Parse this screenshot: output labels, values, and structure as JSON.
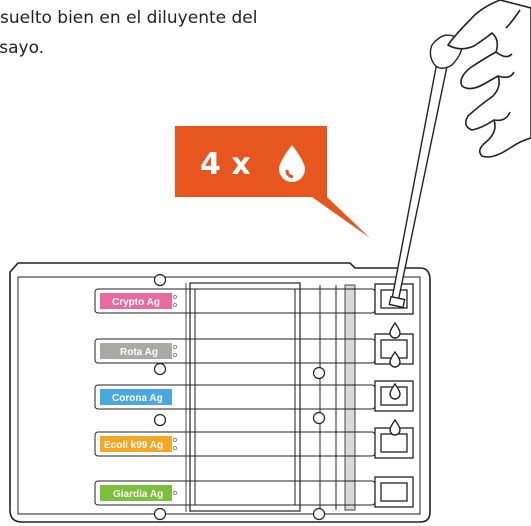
{
  "instruction": {
    "line1": "suelto bien en el diluyente del",
    "line2": "ensayo."
  },
  "callout": {
    "text": "4 x",
    "icon": "drop-icon",
    "color": "#e8561f"
  },
  "strips": [
    {
      "label": "Crypto Ag",
      "color": "#e96aa0"
    },
    {
      "label": "Rota Ag",
      "color": "#a9aaa3"
    },
    {
      "label": "Corona Ag",
      "color": "#4aa8e0"
    },
    {
      "label": "Ecoli k99 Ag",
      "color": "#f5a623"
    },
    {
      "label": "Giardia Ag",
      "color": "#7cbf3a"
    }
  ]
}
